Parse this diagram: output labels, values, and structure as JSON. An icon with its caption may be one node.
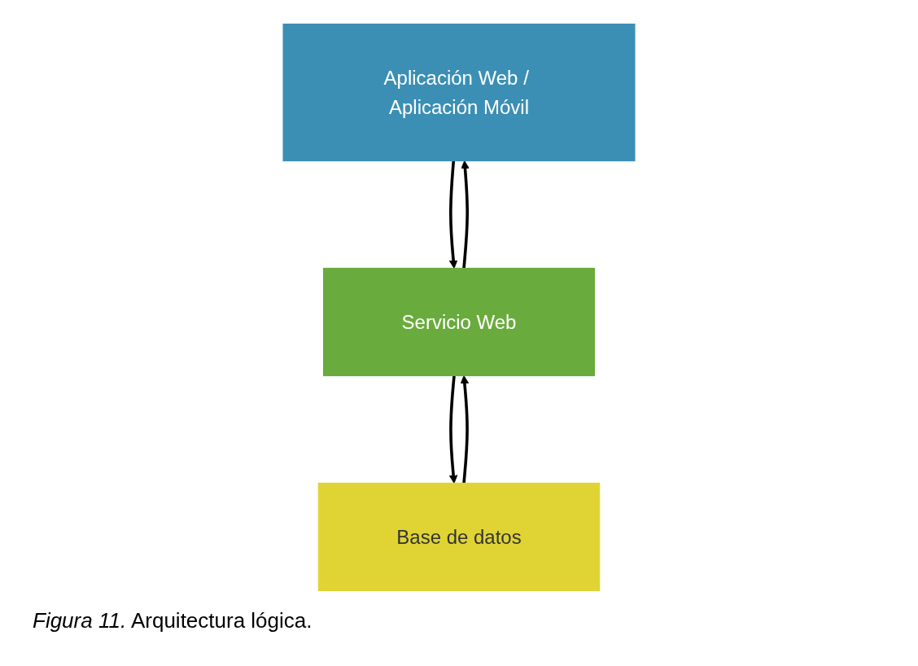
{
  "diagram": {
    "caption": "*Figura 11.* Arquitectura lógica.",
    "nodes": [
      {
        "text": [
          "Aplicación Web / Aplicación Móvil"
        ]
      },
      {
        "text": [
          "Servicio Web"
        ]
      },
      {
        "text": [
          "Base de datos"
        ]
      }
    ],
    "edges": [
      {
        "from": 0,
        "to": 1,
        "arrow": "to"
      },
      {
        "from": 1,
        "to": 0,
        "arrow": "to"
      },
      {
        "from": 1,
        "to": 2,
        "arrow": "to"
      },
      {
        "from": 2,
        "to": 1,
        "arrow": "to"
      }
    ]
  }
}
